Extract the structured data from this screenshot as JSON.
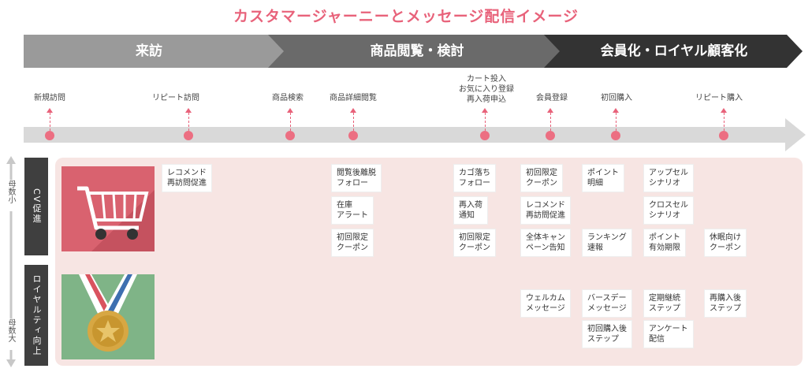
{
  "title": "カスタマージャーニーとメッセージ配信イメージ",
  "phases": [
    "来訪",
    "商品閲覧・検討",
    "会員化・ロイヤル顧客化"
  ],
  "touchpoints": [
    "新規訪問",
    "リピート訪問",
    "商品検索",
    "商品詳細閲覧",
    "カート投入\nお気に入り登録\n再入荷申込",
    "会員登録",
    "初回購入",
    "リピート購入"
  ],
  "rows": {
    "cv": "CV促進",
    "loyalty": "ロイヤルティ向上"
  },
  "side_labels": {
    "top": "母数小",
    "bottom": "母数大"
  },
  "icons": {
    "cart": "shopping-cart-icon",
    "medal": "medal-icon"
  },
  "messages": [
    "レコメンド\n再訪問促進",
    "閲覧後離脱\nフォロー",
    "在庫\nアラート",
    "初回限定\nクーポン",
    "カゴ落ち\nフォロー",
    "再入荷\n通知",
    "初回限定\nクーポン",
    "初回限定\nクーポン",
    "レコメンド\n再訪問促進",
    "全体キャン\nペーン告知",
    "ポイント\n明細",
    "ランキング\n速報",
    "アップセル\nシナリオ",
    "クロスセル\nシナリオ",
    "ポイント\n有効期限",
    "休眠向け\nクーポン",
    "ウェルカム\nメッセージ",
    "バースデー\nメッセージ",
    "初回購入後\nステップ",
    "定期継続\nステップ",
    "アンケート\n配信",
    "再購入後\nステップ"
  ],
  "colors": {
    "accent": "#e8627a",
    "phase1": "#9a9a9a",
    "phase2": "#6a6a6a",
    "phase3": "#333333",
    "panel": "#f7e5e3"
  }
}
